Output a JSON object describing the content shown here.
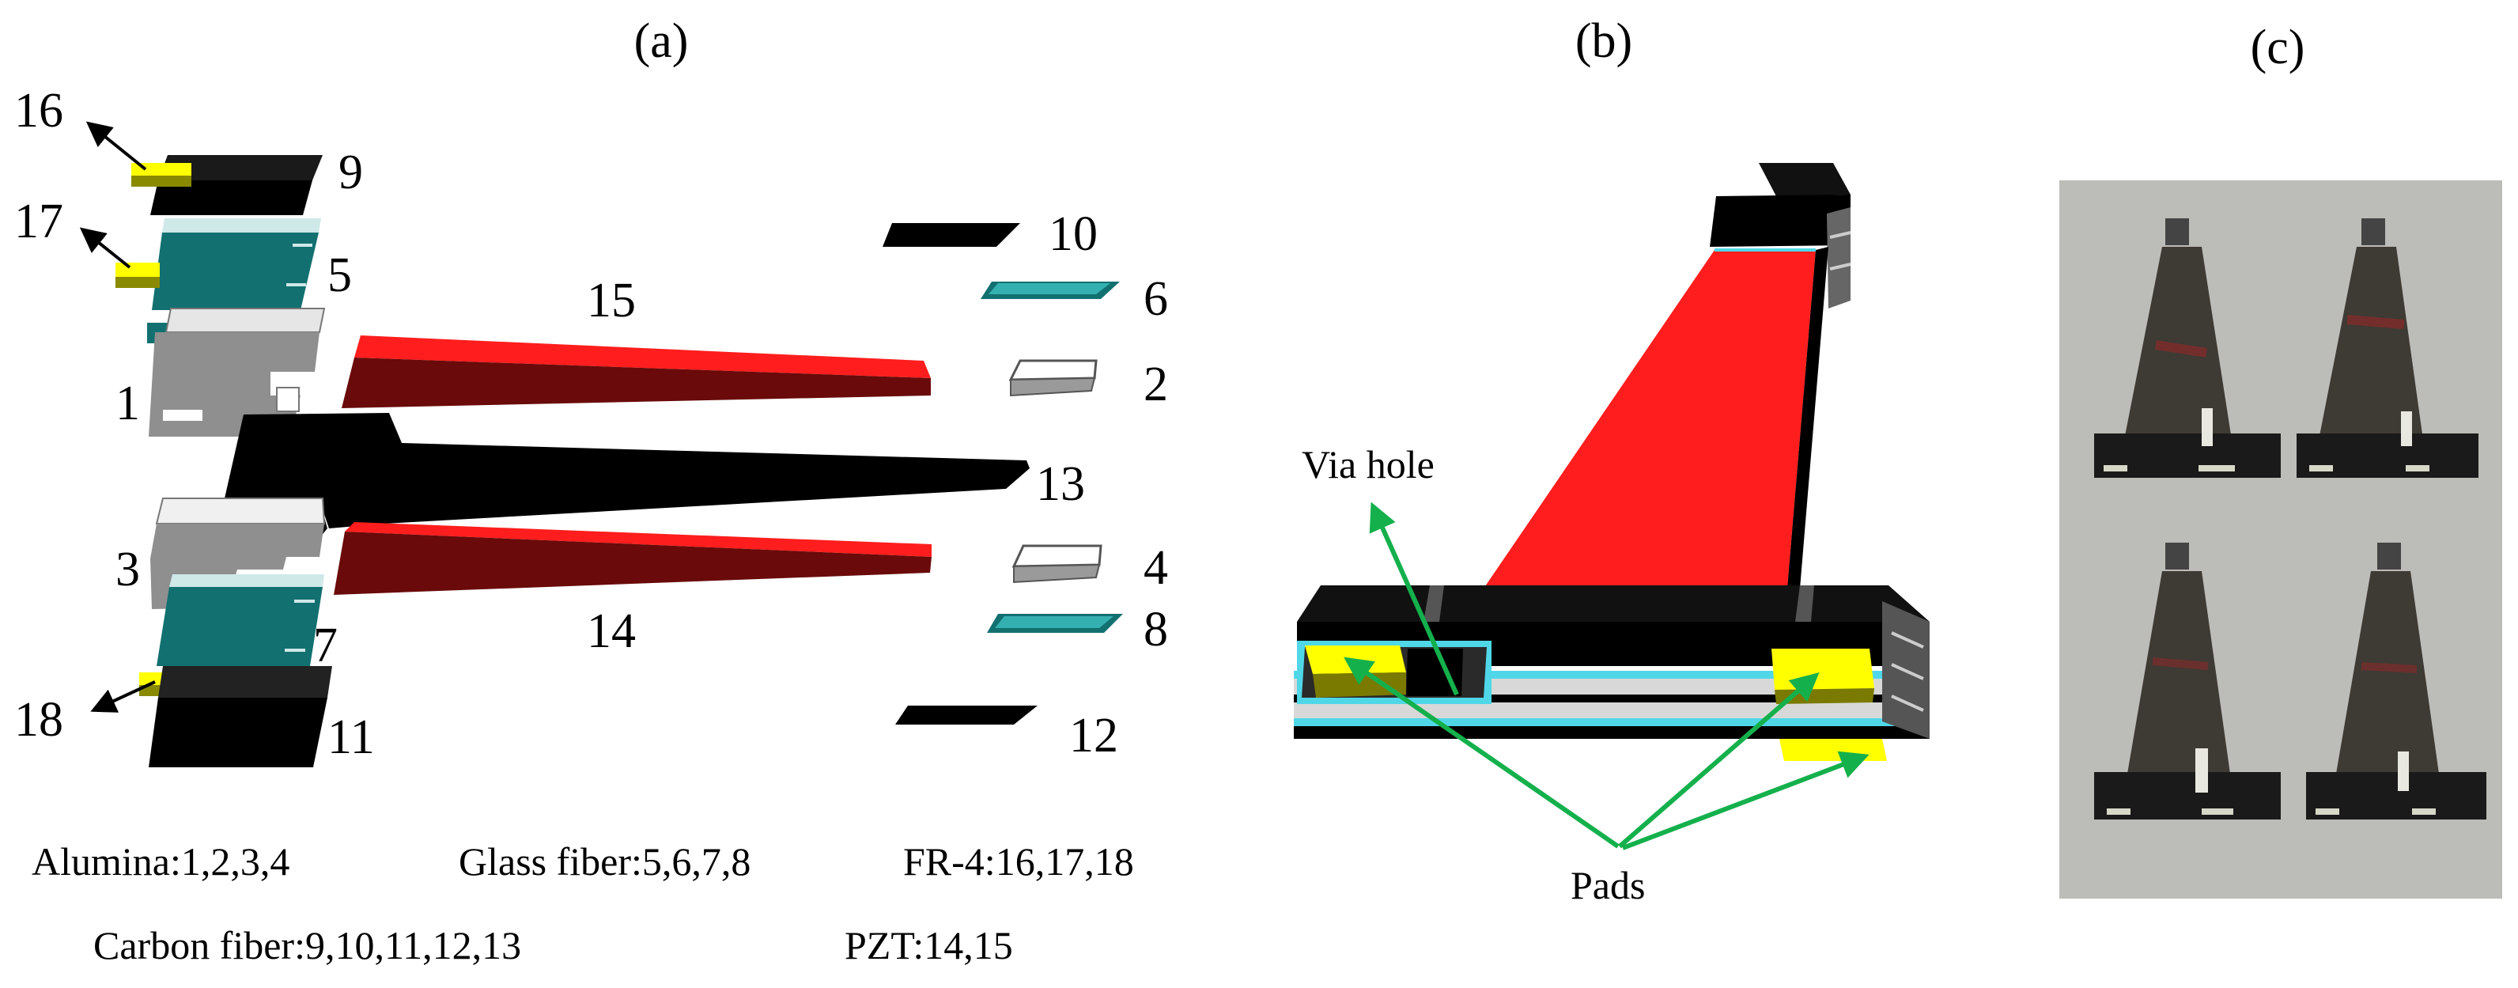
{
  "panels": {
    "a": {
      "label": "(a)"
    },
    "b": {
      "label": "(b)"
    },
    "c": {
      "label": "(c)"
    }
  },
  "part_numbers": {
    "p1": "1",
    "p2": "2",
    "p3": "3",
    "p4": "4",
    "p5": "5",
    "p6": "6",
    "p7": "7",
    "p8": "8",
    "p9": "9",
    "p10": "10",
    "p11": "11",
    "p12": "12",
    "p13": "13",
    "p14": "14",
    "p15": "15",
    "p16": "16",
    "p17": "17",
    "p18": "18"
  },
  "legend": {
    "alumina": "Alumina:1,2,3,4",
    "glass_fiber": "Glass fiber:5,6,7,8",
    "fr4": "FR-4:16,17,18",
    "carbon_fiber": "Carbon fiber:9,10,11,12,13",
    "pzt": "PZT:14,15"
  },
  "callouts": {
    "via_hole": "Via hole",
    "pads": "Pads"
  },
  "colors": {
    "pzt": "#ff1d1d",
    "pzt_side": "#6a0a0a",
    "carbon_fiber": "#000000",
    "glass_fiber": "#127070",
    "glass_fiber_light": "#35b0b0",
    "alumina": "#ffffff",
    "alumina_side": "#8f8f8f",
    "fr4": "#ffff00",
    "fr4_dark": "#7a7a00",
    "arrow_green": "#14b04c",
    "photo_bg": "#bcbcb8"
  }
}
